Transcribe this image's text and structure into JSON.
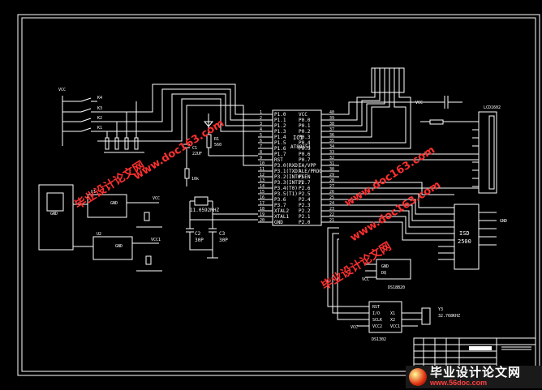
{
  "watermark": {
    "cn": "毕业设计论文网",
    "url": "www.doc163.com",
    "banner_cn": "毕业设计论文网",
    "banner_url": "www.56doc.com"
  },
  "colors": {
    "background": "#000000",
    "wire": "#ffffff",
    "watermark": "#ff3030"
  },
  "mcu": {
    "name": "IC1",
    "part": "AT89S51",
    "left_pins": [
      {
        "n": "1",
        "s": "P1.0"
      },
      {
        "n": "2",
        "s": "P1.1"
      },
      {
        "n": "3",
        "s": "P1.2"
      },
      {
        "n": "4",
        "s": "P1.3"
      },
      {
        "n": "5",
        "s": "P1.4"
      },
      {
        "n": "6",
        "s": "P1.5"
      },
      {
        "n": "7",
        "s": "P1.6"
      },
      {
        "n": "8",
        "s": "P1.7"
      },
      {
        "n": "9",
        "s": "RST"
      },
      {
        "n": "10",
        "s": "P3.0(RXD)"
      },
      {
        "n": "11",
        "s": "P3.1(TXD)"
      },
      {
        "n": "12",
        "s": "P3.2(INT0)"
      },
      {
        "n": "13",
        "s": "P3.3(INT1)"
      },
      {
        "n": "14",
        "s": "P3.4(T0)"
      },
      {
        "n": "15",
        "s": "P3.5(T1)"
      },
      {
        "n": "16",
        "s": "P3.6"
      },
      {
        "n": "17",
        "s": "P3.7"
      },
      {
        "n": "18",
        "s": "XTAL2"
      },
      {
        "n": "19",
        "s": "XTAL1"
      },
      {
        "n": "20",
        "s": "GND"
      }
    ],
    "right_pins": [
      {
        "n": "40",
        "s": "VCC"
      },
      {
        "n": "39",
        "s": "P0.0"
      },
      {
        "n": "38",
        "s": "P0.1"
      },
      {
        "n": "37",
        "s": "P0.2"
      },
      {
        "n": "36",
        "s": "P0.3"
      },
      {
        "n": "35",
        "s": "P0.4"
      },
      {
        "n": "34",
        "s": "P0.5"
      },
      {
        "n": "33",
        "s": "P0.6"
      },
      {
        "n": "32",
        "s": "P0.7"
      },
      {
        "n": "31",
        "s": "EA/VPP"
      },
      {
        "n": "30",
        "s": "ALE/PROG"
      },
      {
        "n": "29",
        "s": "PSEN"
      },
      {
        "n": "28",
        "s": "P2.7"
      },
      {
        "n": "27",
        "s": "P2.6"
      },
      {
        "n": "26",
        "s": "P2.5"
      },
      {
        "n": "25",
        "s": "P2.4"
      },
      {
        "n": "24",
        "s": "P2.3"
      },
      {
        "n": "23",
        "s": "P2.2"
      },
      {
        "n": "22",
        "s": "P2.1"
      },
      {
        "n": "21",
        "s": "P2.0"
      }
    ]
  },
  "parts": {
    "c1": "C1",
    "c1v": "22UF",
    "r1": "R1",
    "r1v": "560",
    "crystal": "11.0592MHZ",
    "c2": "C2",
    "c2v": "30P",
    "c3": "C3",
    "c3v": "30P",
    "r10k": "10k",
    "k1": "K1",
    "k2": "K2",
    "k3": "K3",
    "k4": "K4",
    "lcd": "LCD1602",
    "isd": "ISD",
    "isd2": "2500",
    "ds18b20": "DS18B20",
    "ds1302": "DS1302",
    "y3": "Y3",
    "y3v": "32.768KHZ",
    "vcc": "VCC",
    "gnd": "GND",
    "u1": "U1",
    "u2": "U2",
    "rst": "RST",
    "io": "I/O",
    "sclk": "SCLK",
    "x1": "X1",
    "x2": "X2",
    "vcc2": "VCC2",
    "vcc1": "VCC1",
    "dq": "DQ"
  }
}
